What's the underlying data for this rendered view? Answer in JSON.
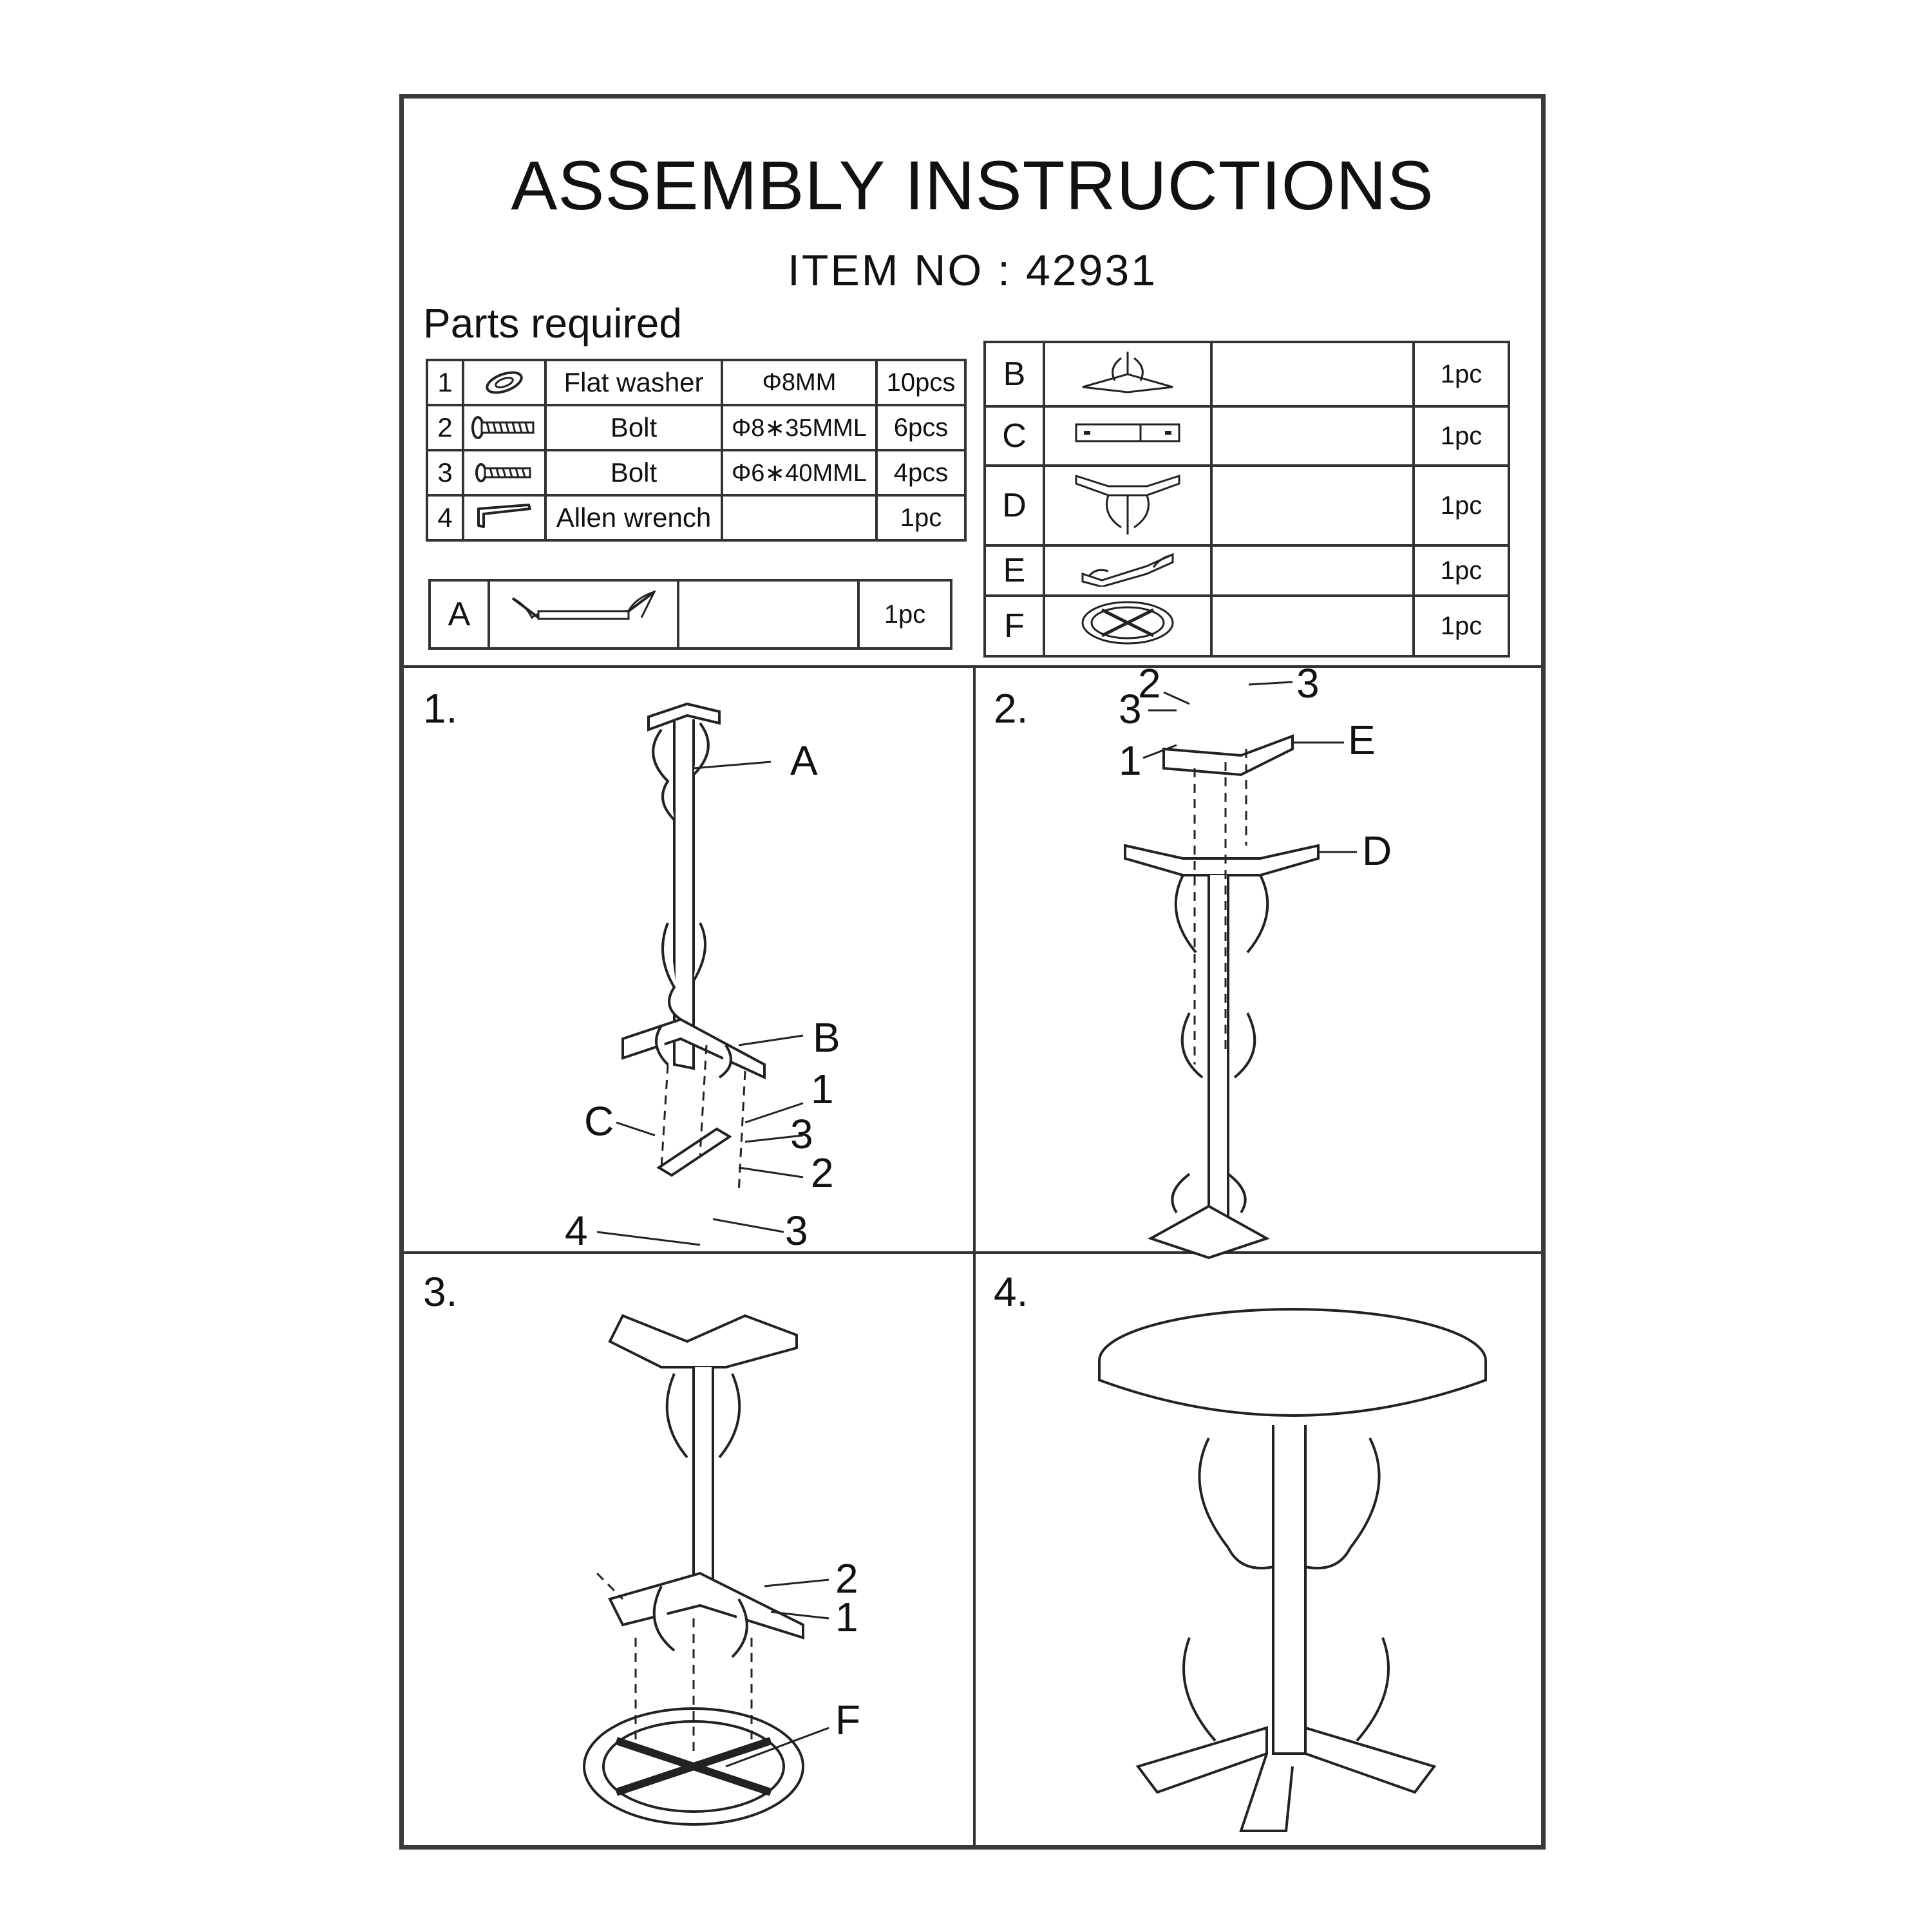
{
  "title": "ASSEMBLY INSTRUCTIONS",
  "item_no": "ITEM NO : 42931",
  "parts_label": "Parts required",
  "hardware": [
    {
      "num": "1",
      "icon": "washer-icon",
      "name": "Flat washer",
      "spec": "Φ8MM",
      "qty": "10pcs"
    },
    {
      "num": "2",
      "icon": "bolt-icon",
      "name": "Bolt",
      "spec": "Φ8∗35MML",
      "qty": "6pcs"
    },
    {
      "num": "3",
      "icon": "bolt-icon",
      "name": "Bolt",
      "spec": "Φ6∗40MML",
      "qty": "4pcs"
    },
    {
      "num": "4",
      "icon": "allen-wrench-icon",
      "name": "Allen wrench",
      "spec": "",
      "qty": "1pc"
    }
  ],
  "part_a": {
    "letter": "A",
    "icon": "center-post-icon",
    "qty": "1pc"
  },
  "parts_bf": [
    {
      "letter": "B",
      "icon": "bracket-icon",
      "qty": "1pc"
    },
    {
      "letter": "C",
      "icon": "crossbar-icon",
      "qty": "1pc"
    },
    {
      "letter": "D",
      "icon": "top-support-icon",
      "qty": "1pc"
    },
    {
      "letter": "E",
      "icon": "top-crossbar-icon",
      "qty": "1pc"
    },
    {
      "letter": "F",
      "icon": "round-base-icon",
      "qty": "1pc"
    }
  ],
  "steps": [
    {
      "label": "1.",
      "callouts": [
        "A",
        "B",
        "1",
        "C",
        "3",
        "2",
        "4",
        "3"
      ]
    },
    {
      "label": "2.",
      "callouts": [
        "2",
        "3",
        "3",
        "1",
        "E",
        "D"
      ]
    },
    {
      "label": "3.",
      "callouts": [
        "2",
        "1",
        "F"
      ]
    },
    {
      "label": "4.",
      "callouts": []
    }
  ]
}
